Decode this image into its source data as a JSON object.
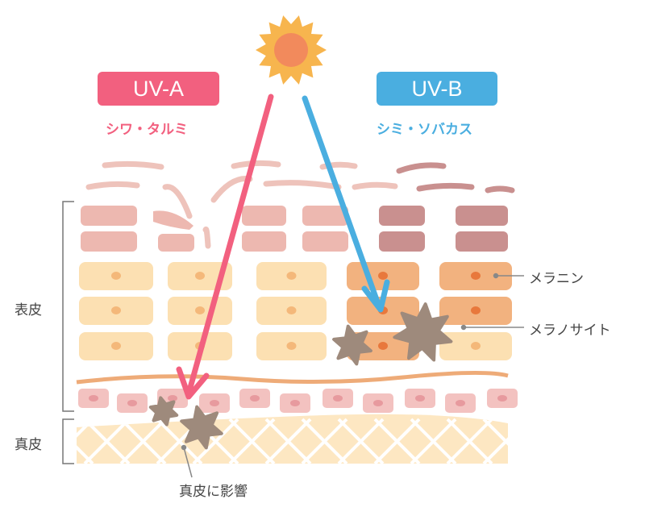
{
  "uva": {
    "label": "UV-A",
    "effect": "シワ・タルミ",
    "color": "#f2607f"
  },
  "uvb": {
    "label": "UV-B",
    "effect": "シミ・ソバカス",
    "color": "#4aaee0"
  },
  "layers": {
    "epidermis": "表皮",
    "dermis": "真皮"
  },
  "annotations": {
    "melanin": "メラニン",
    "melanocyte": "メラノサイト",
    "dermis_effect": "真皮に影響"
  },
  "icons": [
    "sun-icon"
  ]
}
